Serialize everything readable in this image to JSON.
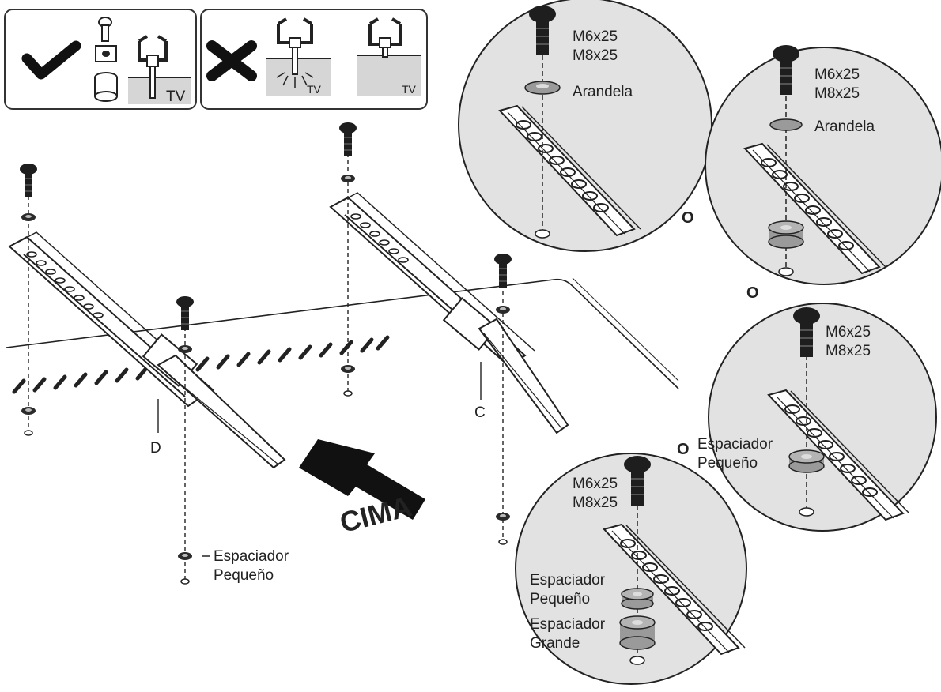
{
  "panels": {
    "correct_tv": "TV",
    "wrong_tv_a": "TV",
    "wrong_tv_b": "TV"
  },
  "labels": {
    "bracket_c": "C",
    "bracket_d": "D",
    "direction": "CIMA",
    "spacer_small_line1": "Espaciador",
    "spacer_small_line2": "Pequeño"
  },
  "details": {
    "d1": {
      "screw1": "M6x25",
      "screw2": "M8x25",
      "washer": "Arandela"
    },
    "d2": {
      "screw1": "M6x25",
      "screw2": "M8x25",
      "washer": "Arandela"
    },
    "d3": {
      "screw1": "M6x25",
      "screw2": "M8x25",
      "spacer1": "Espaciador",
      "spacer2": "Pequeño"
    },
    "d4": {
      "screw1": "M6x25",
      "screw2": "M8x25",
      "small1": "Espaciador",
      "small2": "Pequeño",
      "large1": "Espaciador",
      "large2": "Grande"
    }
  },
  "or_markers": {
    "a": "O",
    "b": "O",
    "c": "O"
  },
  "colors": {
    "ink": "#222222",
    "grey": "#d6d6d6",
    "detail_bg": "#e2e2e2",
    "part": "#9a9a9a"
  }
}
